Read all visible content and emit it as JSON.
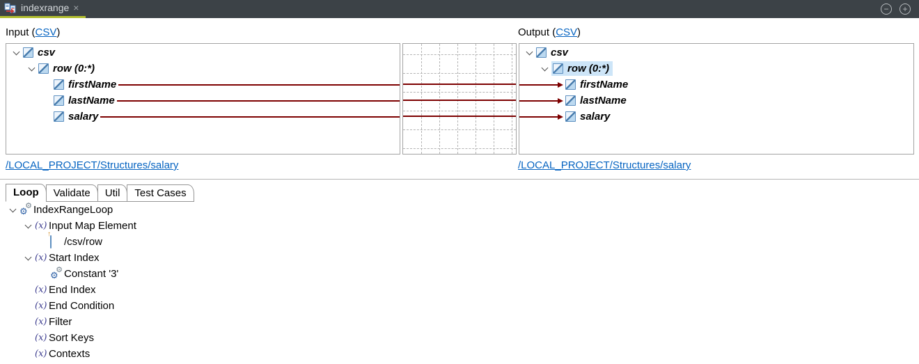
{
  "header": {
    "tab_title": "indexrange",
    "close_glyph": "×",
    "collapse_glyph": "−",
    "expand_glyph": "+"
  },
  "input": {
    "title_prefix": "Input (",
    "csv_link": "CSV",
    "title_suffix": ")",
    "tree": {
      "root": "csv",
      "row": "row (0:*)",
      "fields": [
        "firstName",
        "lastName",
        "salary"
      ]
    },
    "structure_link": "/LOCAL_PROJECT/Structures/salary"
  },
  "output": {
    "title_prefix": "Output (",
    "csv_link": "CSV",
    "title_suffix": ")",
    "tree": {
      "root": "csv",
      "row": "row (0:*)",
      "fields": [
        "firstName",
        "lastName",
        "salary"
      ]
    },
    "structure_link": "/LOCAL_PROJECT/Structures/salary"
  },
  "bottom": {
    "tabs": [
      {
        "label": "Loop",
        "active": true
      },
      {
        "label": "Validate",
        "active": false
      },
      {
        "label": "Util",
        "active": false
      },
      {
        "label": "Test Cases",
        "active": false
      }
    ],
    "tree": [
      {
        "label": "IndexRangeLoop"
      },
      {
        "label": "Input Map Element"
      },
      {
        "label": "/csv/row"
      },
      {
        "label": "Start Index"
      },
      {
        "label": "Constant '3'"
      },
      {
        "label": "End Index"
      },
      {
        "label": "End Condition"
      },
      {
        "label": "Filter"
      },
      {
        "label": "Sort Keys"
      },
      {
        "label": "Contexts"
      }
    ]
  },
  "colors": {
    "connection_line": "#7d0000",
    "link_blue": "#0563c1",
    "tab_underline": "#b1bd2f",
    "selection_bg": "#cde5f8",
    "fx_icon": "#3d3d8f",
    "gear_front": "#2b5fa5",
    "gear_back": "#73828e",
    "element_border": "#5d8fc0"
  }
}
